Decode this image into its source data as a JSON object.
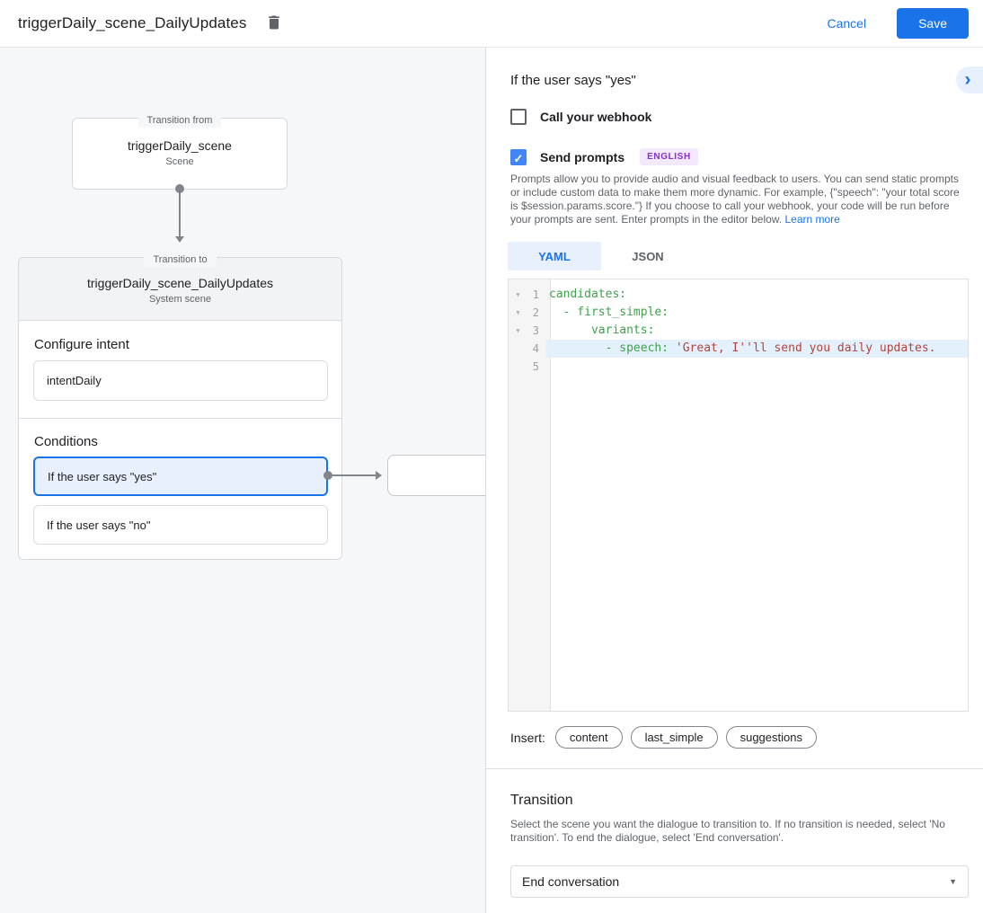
{
  "header": {
    "title": "triggerDaily_scene_DailyUpdates",
    "cancel_label": "Cancel",
    "save_label": "Save"
  },
  "canvas": {
    "transition_from": {
      "legend": "Transition from",
      "name": "triggerDaily_scene",
      "type": "Scene"
    },
    "transition_to": {
      "legend": "Transition to",
      "name": "triggerDaily_scene_DailyUpdates",
      "type": "System scene",
      "configure_intent_label": "Configure intent",
      "intent_value": "intentDaily",
      "conditions_label": "Conditions",
      "conditions": [
        {
          "label": "If the user says \"yes\"",
          "selected": true
        },
        {
          "label": "If the user says \"no\"",
          "selected": false
        }
      ]
    }
  },
  "panel": {
    "title": "If the user says \"yes\"",
    "webhook": {
      "label": "Call your webhook",
      "checked": false
    },
    "send_prompts": {
      "label": "Send prompts",
      "badge": "ENGLISH",
      "checked": true
    },
    "description": "Prompts allow you to provide audio and visual feedback to users. You can send static prompts or include custom data to make them more dynamic. For example, {\"speech\": \"your total score is $session.params.score.\"} If you choose to call your webhook, your code will be run before your prompts are sent. Enter prompts in the editor below. ",
    "learn_more": "Learn more",
    "tabs": [
      {
        "label": "YAML",
        "active": true
      },
      {
        "label": "JSON",
        "active": false
      }
    ],
    "editor": {
      "lines": [
        {
          "num": "1",
          "key": "candidates:",
          "str": ""
        },
        {
          "num": "2",
          "key": "  - first_simple:",
          "str": ""
        },
        {
          "num": "3",
          "key": "      variants:",
          "str": ""
        },
        {
          "num": "4",
          "key": "        - speech: ",
          "str": "'Great, I''ll send you daily updates."
        },
        {
          "num": "5",
          "key": "",
          "str": ""
        }
      ]
    },
    "insert": {
      "label": "Insert:",
      "pills": [
        "content",
        "last_simple",
        "suggestions"
      ]
    },
    "transition": {
      "title": "Transition",
      "description": "Select the scene you want the dialogue to transition to. If no transition is needed, select 'No transition'. To end the dialogue, select 'End conversation'.",
      "dropdown_value": "End conversation"
    }
  },
  "icons": {
    "fold": "▼",
    "caret": "▼",
    "check": "✓",
    "chevron_right": "›"
  },
  "colors": {
    "accent": "#1a73e8",
    "checkbox_checked": "#4285f4",
    "selection_bg": "#e8f0fe",
    "badge_bg": "#f3e8fd",
    "badge_text": "#8430ce",
    "code_key": "#3fa14e",
    "code_string": "#b0443e",
    "line_highlight": "#e4f1fc",
    "canvas_bg": "#f6f7f9"
  }
}
